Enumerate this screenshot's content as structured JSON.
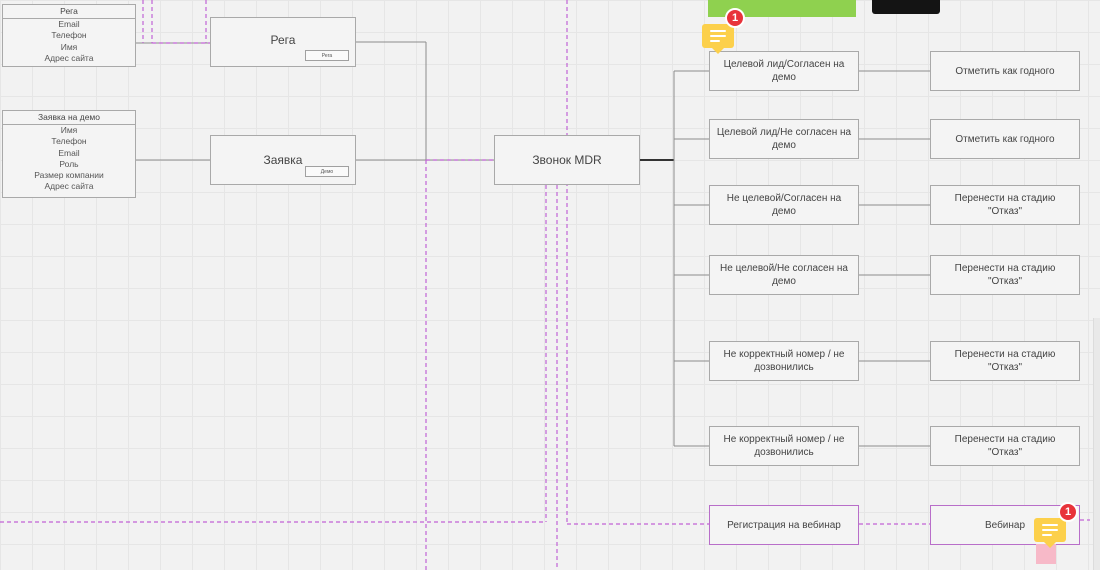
{
  "tables": {
    "rega": {
      "header": "Рега",
      "rows": [
        "Email",
        "Телефон",
        "Имя",
        "Адрес сайта"
      ]
    },
    "zayavka": {
      "header": "Заявка на демо",
      "rows": [
        "Имя",
        "Телефон",
        "Email",
        "Роль",
        "Размер компании",
        "Адрес сайта"
      ]
    }
  },
  "nodes": {
    "rega": {
      "label": "Рега",
      "button": "Рега"
    },
    "zayavka": {
      "label": "Заявка",
      "button": "Демо"
    },
    "call": {
      "label": "Звонок MDR"
    }
  },
  "outcomes": [
    {
      "label": "Целевой лид/Согласен на демо",
      "action": "Отметить как годного"
    },
    {
      "label": "Целевой лид/Не согласен на демо",
      "action": "Отметить как годного"
    },
    {
      "label": "Не целевой/Согласен на демо",
      "action": "Перенести на стадию \"Отказ\""
    },
    {
      "label": "Не целевой/Не согласен на демо",
      "action": "Перенести на стадию \"Отказ\""
    },
    {
      "label": "Не корректный номер / не дозвонились",
      "action": "Перенести на стадию \"Отказ\""
    },
    {
      "label": "Не корректный номер / не дозвонились",
      "action": "Перенести на стадию \"Отказ\""
    }
  ],
  "webinar": {
    "registration": "Регистрация на вебинар",
    "webinar": "Вебинар"
  },
  "comments": [
    {
      "count": "1"
    },
    {
      "count": "1"
    }
  ],
  "colors": {
    "connector": "#8c8c8c",
    "dashed": "#c163d6",
    "sticky_green": "#8fd14f",
    "comment_yellow": "#fcd04b",
    "badge_red": "#e8333a"
  }
}
